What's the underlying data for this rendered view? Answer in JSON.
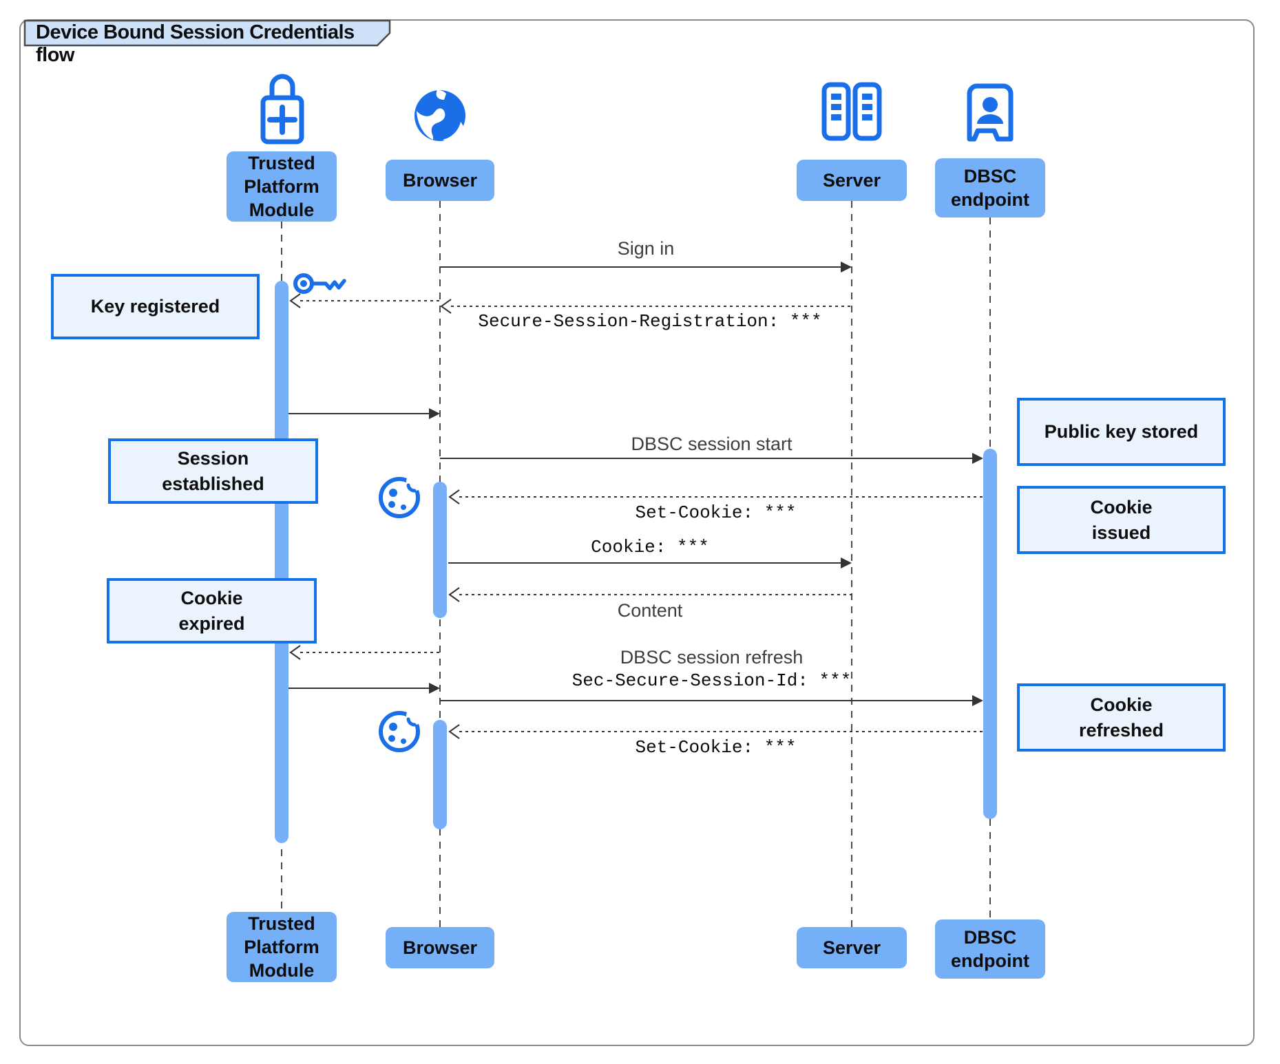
{
  "title": "Device Bound Session Credentials flow",
  "colors": {
    "icon_blue": "#1A6FE8",
    "actor_fill": "#74AFF8",
    "activation_fill": "#77B0F8",
    "note_fill": "#EBF3FD",
    "note_border": "#1472E8",
    "title_tab_fill": "#CDE1F9",
    "line_color": "#333333"
  },
  "actors": {
    "tpm": {
      "label": "Trusted Platform Module",
      "icon": "lock-plus-icon"
    },
    "browser": {
      "label": "Browser",
      "icon": "globe-icon"
    },
    "server": {
      "label": "Server",
      "icon": "server-rack-icon"
    },
    "dbsc": {
      "label": "DBSC endpoint",
      "icon": "person-booth-icon"
    }
  },
  "messages": {
    "sign_in": "Sign in",
    "secure_session_registration": "Secure-Session-Registration: ***",
    "dbsc_session_start": "DBSC session start",
    "set_cookie_first": "Set-Cookie: ***",
    "cookie": "Cookie: ***",
    "content": "Content",
    "dbsc_session_refresh": "DBSC session refresh",
    "sec_secure_session_id": "Sec-Secure-Session-Id: ***",
    "set_cookie_second": "Set-Cookie: ***"
  },
  "notes": {
    "key_registered": "Key registered",
    "session_established": "Session\nestablished",
    "cookie_expired": "Cookie\nexpired",
    "public_key_stored": "Public key stored",
    "cookie_issued": "Cookie\nissued",
    "cookie_refreshed": "Cookie\nrefreshed"
  }
}
